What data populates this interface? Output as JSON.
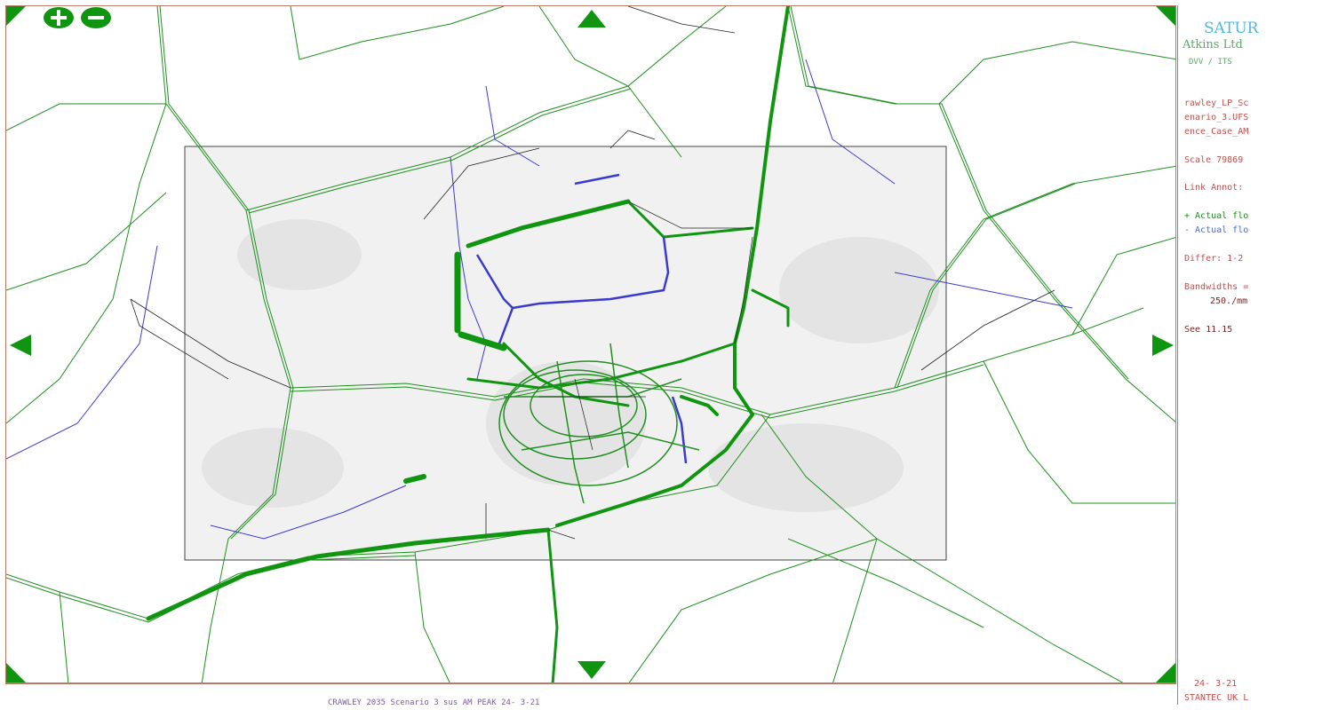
{
  "app": {
    "name": "SATUR",
    "company": "Atkins Ltd",
    "dept": "DVV / ITS"
  },
  "sidebar": {
    "file_lines": [
      "rawley_LP_Sc",
      "enario_3.UFS",
      "ence_Case_AM"
    ],
    "scale_label": "Scale  79869",
    "link_annot_label": "Link Annot:",
    "legend_plus": "+ Actual flo",
    "legend_minus": "- Actual flo",
    "differ_label": "Differ: 1-2",
    "bandwidths_label": "Bandwidths =",
    "bandwidths_value": "250./mm",
    "see_label": "See 11.15",
    "date": "24- 3-21",
    "org": "STANTEC UK L"
  },
  "footer": {
    "caption": "CRAWLEY 2035 Scenario 3 sus AM PEAK  24- 3-21"
  },
  "colors": {
    "accent_green": "#109510",
    "link_blue": "#3a3ad0",
    "frame_brown": "#b97a6a",
    "title_cyan": "#4fb8d8",
    "company_green": "#5aa86a",
    "text_red": "#c0504d",
    "legend_blue": "#4a6fd0",
    "dark_red": "#8a1a1a"
  },
  "icons": {
    "zoom_in": "plus-circle-icon",
    "zoom_out": "minus-circle-icon",
    "pan": "triangle-arrow-icon"
  }
}
